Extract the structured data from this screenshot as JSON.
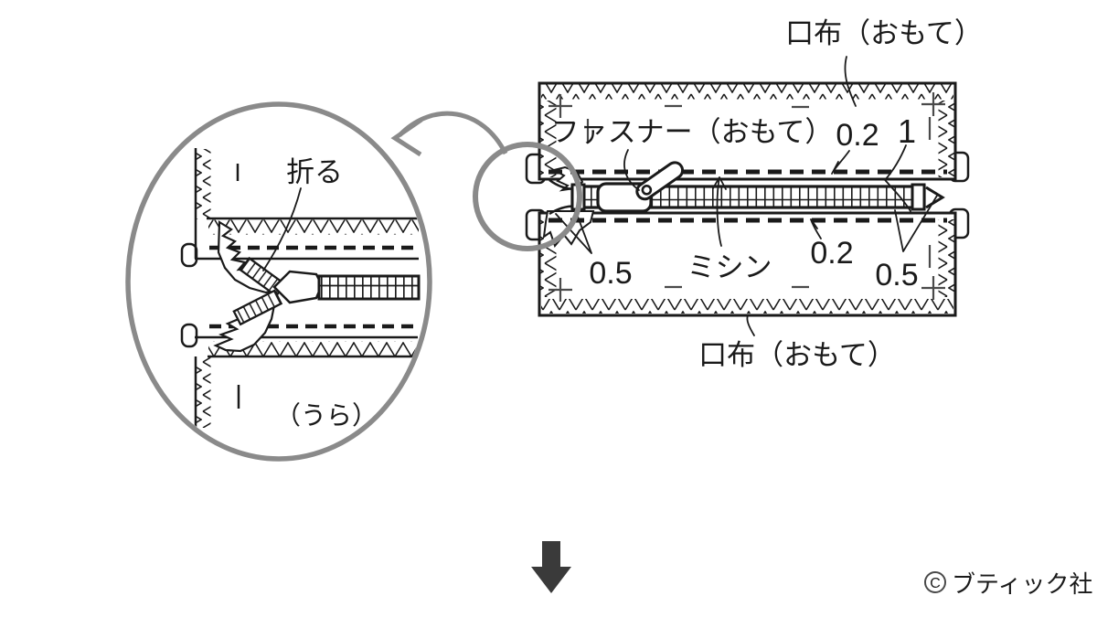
{
  "colors": {
    "line": "#1a1a1a",
    "magnifier_gray": "#8a8a8a",
    "down_arrow": "#3a3a3a",
    "copyright": "#4a4a4a"
  },
  "inset": {
    "fold_label": "折る",
    "side_label": "（うら）"
  },
  "main_diagram": {
    "top_fabric_label": "口布（おもて）",
    "zipper_label": "ファスナー（おもて）",
    "bottom_fabric_label": "口布（おもて）",
    "machine_stitch_label": "ミシン",
    "measurements": {
      "top_seam": "0.2",
      "zipper_gap": "1",
      "left_margin": "0.5",
      "bottom_seam": "0.2",
      "right_margin": "0.5"
    }
  },
  "footer": {
    "copyright_symbol": "C",
    "copyright_text": "ブティック社"
  }
}
